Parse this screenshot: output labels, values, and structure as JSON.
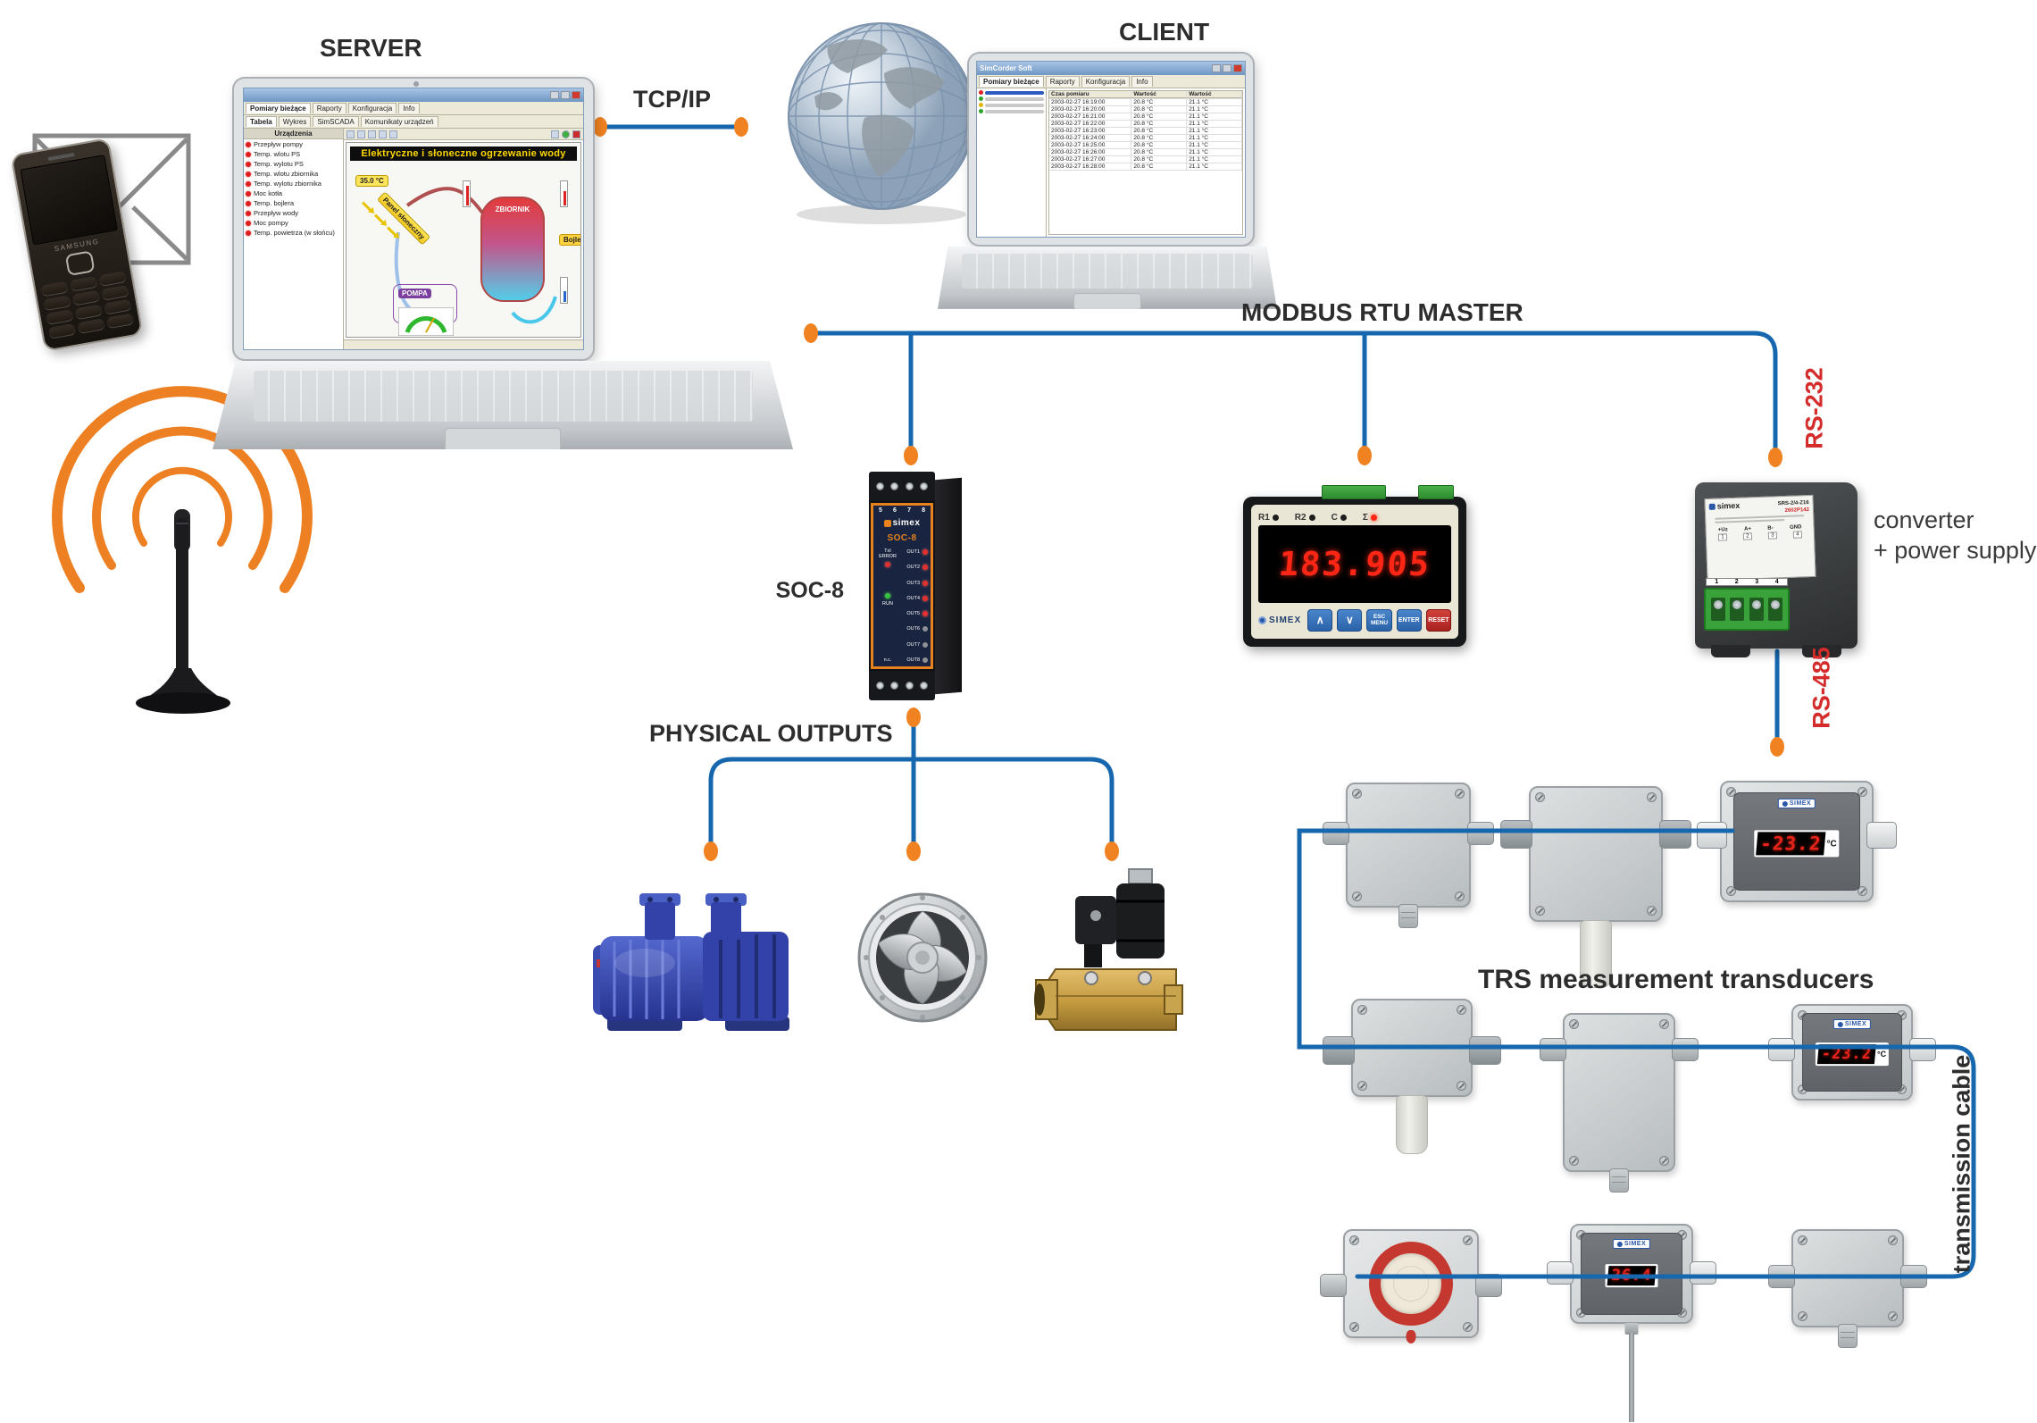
{
  "colors": {
    "wire": "#1767AE",
    "node": "#F08222",
    "rs": "#D42B2B",
    "soc-orange": "#E8821E",
    "disp-red": "#FF2616",
    "label-dark": "#2D2D2D"
  },
  "labels": {
    "server": "SERVER",
    "client": "CLIENT",
    "tcpip": "TCP/IP",
    "modbus": "MODBUS RTU MASTER",
    "soc8": "SOC-8",
    "physical_outputs": "PHYSICAL OUTPUTS",
    "rs232": "RS-232",
    "rs485": "RS-485",
    "converter_l1": "converter",
    "converter_l2": "+ power supply",
    "trs": "TRS measurement transducers",
    "transmission": "transmission cable"
  },
  "server_screen": {
    "tabs": [
      "Pomiary bieżące",
      "Raporty",
      "Konfiguracja",
      "Info"
    ],
    "subtabs": [
      "Tabela",
      "Wykres",
      "SimSCADA",
      "Komunikaty urządzeń"
    ],
    "devices_header": "Urządzenia",
    "devices": [
      "Przepływ pompy",
      "Temp. wlotu PS",
      "Temp. wylotu PS",
      "Temp. wlotu zbiornika",
      "Temp. wylotu zbiornika",
      "Moc kotła",
      "Temp. bojlera",
      "Przepływ wody",
      "Moc pompy",
      "Temp. powietrza (w słońcu)"
    ],
    "banner": "Elektryczne i słoneczne ogrzewanie wody",
    "solar": "Panel słoneczny",
    "temp_chip": "35.0 °C",
    "tank": "ZBIORNIK",
    "boiler": "Bojler",
    "pump": "POMPA"
  },
  "client_screen": {
    "title": "SimCorder Soft",
    "tabs": [
      "Pomiary bieżące",
      "Raporty",
      "Konfiguracja",
      "Info"
    ],
    "cols": {
      "time": "Czas pomiaru",
      "v1": "Wartość",
      "v2": "Wartość"
    },
    "rows": [
      {
        "t": "2003-02-27 16:19:00",
        "v1": "20.8 °C",
        "v2": "21.1 °C"
      },
      {
        "t": "2003-02-27 16:20:00",
        "v1": "20.8 °C",
        "v2": "21.1 °C"
      },
      {
        "t": "2003-02-27 16:21:00",
        "v1": "20.8 °C",
        "v2": "21.1 °C"
      },
      {
        "t": "2003-02-27 16:22:00",
        "v1": "20.8 °C",
        "v2": "21.1 °C"
      },
      {
        "t": "2003-02-27 16:23:00",
        "v1": "20.8 °C",
        "v2": "21.1 °C"
      },
      {
        "t": "2003-02-27 16:24:00",
        "v1": "20.8 °C",
        "v2": "21.1 °C"
      },
      {
        "t": "2003-02-27 16:25:00",
        "v1": "20.8 °C",
        "v2": "21.1 °C"
      },
      {
        "t": "2003-02-27 16:26:00",
        "v1": "20.8 °C",
        "v2": "21.1 °C"
      },
      {
        "t": "2003-02-27 16:27:00",
        "v1": "20.8 °C",
        "v2": "21.1 °C"
      },
      {
        "t": "2003-02-27 16:28:00",
        "v1": "20.8 °C",
        "v2": "21.1 °C"
      }
    ]
  },
  "soc8": {
    "terminals_top": [
      "5",
      "6",
      "7",
      "8"
    ],
    "brand": "simex",
    "model": "SOC-8",
    "err_l1": "TxI",
    "err_l2": "ERROR",
    "run_label": "RUN",
    "nc_label": "n.c.",
    "outputs": [
      "OUT1",
      "OUT2",
      "OUT3",
      "OUT4",
      "OUT5",
      "OUT6",
      "OUT7",
      "OUT8"
    ]
  },
  "meter": {
    "indicators": [
      "R1",
      "R2",
      "C",
      "Σ"
    ],
    "value": "183.905",
    "brand": "SIMEX",
    "btn_up": "∧",
    "btn_down": "∨",
    "btn_esc": "ESC",
    "btn_menu": "MENU",
    "btn_enter": "ENTER",
    "btn_reset": "RESET"
  },
  "converter": {
    "brand": "simex",
    "model": "SRS-2/4-Z16",
    "serial": "2602P142",
    "term_labels": [
      "+Uz",
      "A+",
      "B-",
      "GND"
    ],
    "term_numbers": [
      "1",
      "2",
      "3",
      "4"
    ]
  },
  "transducers": {
    "brand": "SIMEX",
    "row1_value": "-23.2",
    "row1_unit": "°C",
    "row2_value": "-23.2",
    "row2_unit": "°C",
    "row3_value": "26.4"
  },
  "phone": {
    "brand": "SAMSUNG"
  }
}
